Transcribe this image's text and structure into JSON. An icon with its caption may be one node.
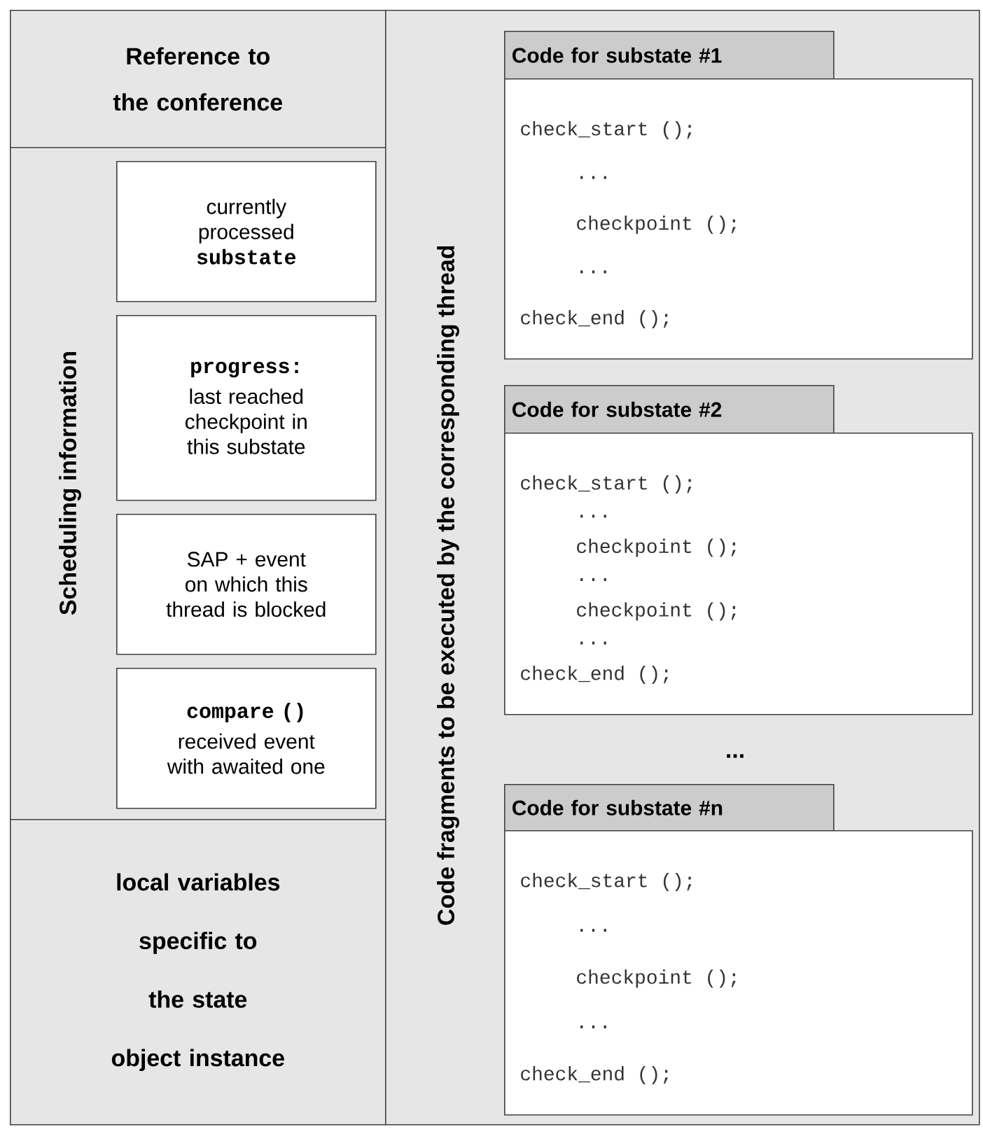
{
  "diagram": {
    "nodes": [
      {
        "text": [
          "Reference to the conference"
        ]
      },
      {
        "text": [
          "Scheduling information"
        ]
      },
      {
        "text": [
          "currently processed **substate**"
        ],
        "in": 1
      },
      {
        "text": [
          "progress:",
          "last reached checkpoint in this substate"
        ],
        "in": 1
      },
      {
        "text": [
          "SAP + event on which this thread is blocked"
        ],
        "in": 1
      },
      {
        "text": [
          "compare ()",
          "received event with awaited one"
        ],
        "in": 1
      },
      {
        "text": [
          "local variables specific to the state object instance"
        ]
      },
      {
        "text": [
          "Code fragments to be executed by the corresponding thread"
        ]
      },
      {
        "text": [
          "Code for substate #1",
          "check_start ();",
          "...",
          "checkpoint ();",
          "...",
          "check_end ();"
        ],
        "in": 7
      },
      {
        "text": [
          "Code for substate #2",
          "check_start ();",
          "...",
          "checkpoint ();",
          "...",
          "checkpoint ();",
          "...",
          "check_end ();"
        ],
        "in": 7
      },
      {
        "text": [
          "Code for substate #n",
          "check_start ();",
          "...",
          "checkpoint ();",
          "...",
          "check_end ();"
        ],
        "in": 7
      }
    ],
    "labels": [
      "..."
    ]
  }
}
